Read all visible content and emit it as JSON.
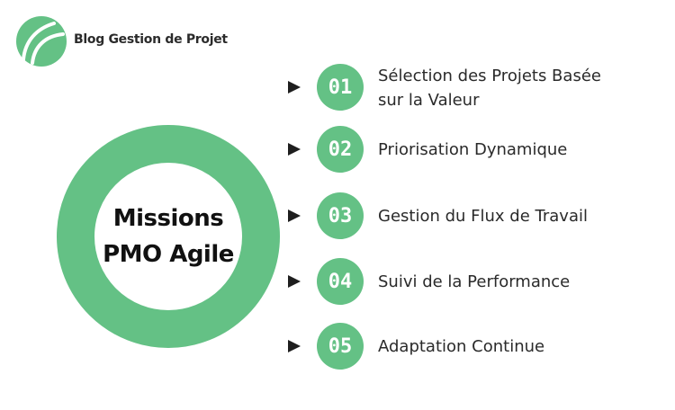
{
  "header": {
    "brand": "Blog Gestion de Projet",
    "logo_icon": "leaf-logo-icon"
  },
  "center": {
    "title_line1": "Missions",
    "title_line2": "PMO Agile"
  },
  "steps": [
    {
      "number": "01",
      "label_line1": "Sélection des Projets Basée",
      "label_line2": "sur la Valeur"
    },
    {
      "number": "02",
      "label_line1": "Priorisation Dynamique"
    },
    {
      "number": "03",
      "label_line1": "Gestion du Flux de Travail"
    },
    {
      "number": "04",
      "label_line1": "Suivi de la Performance"
    },
    {
      "number": "05",
      "label_line1": "Adaptation Continue"
    }
  ],
  "colors": {
    "accent": "#64c185",
    "arrow": "#1e1e1e",
    "text": "#2a2a2a"
  }
}
